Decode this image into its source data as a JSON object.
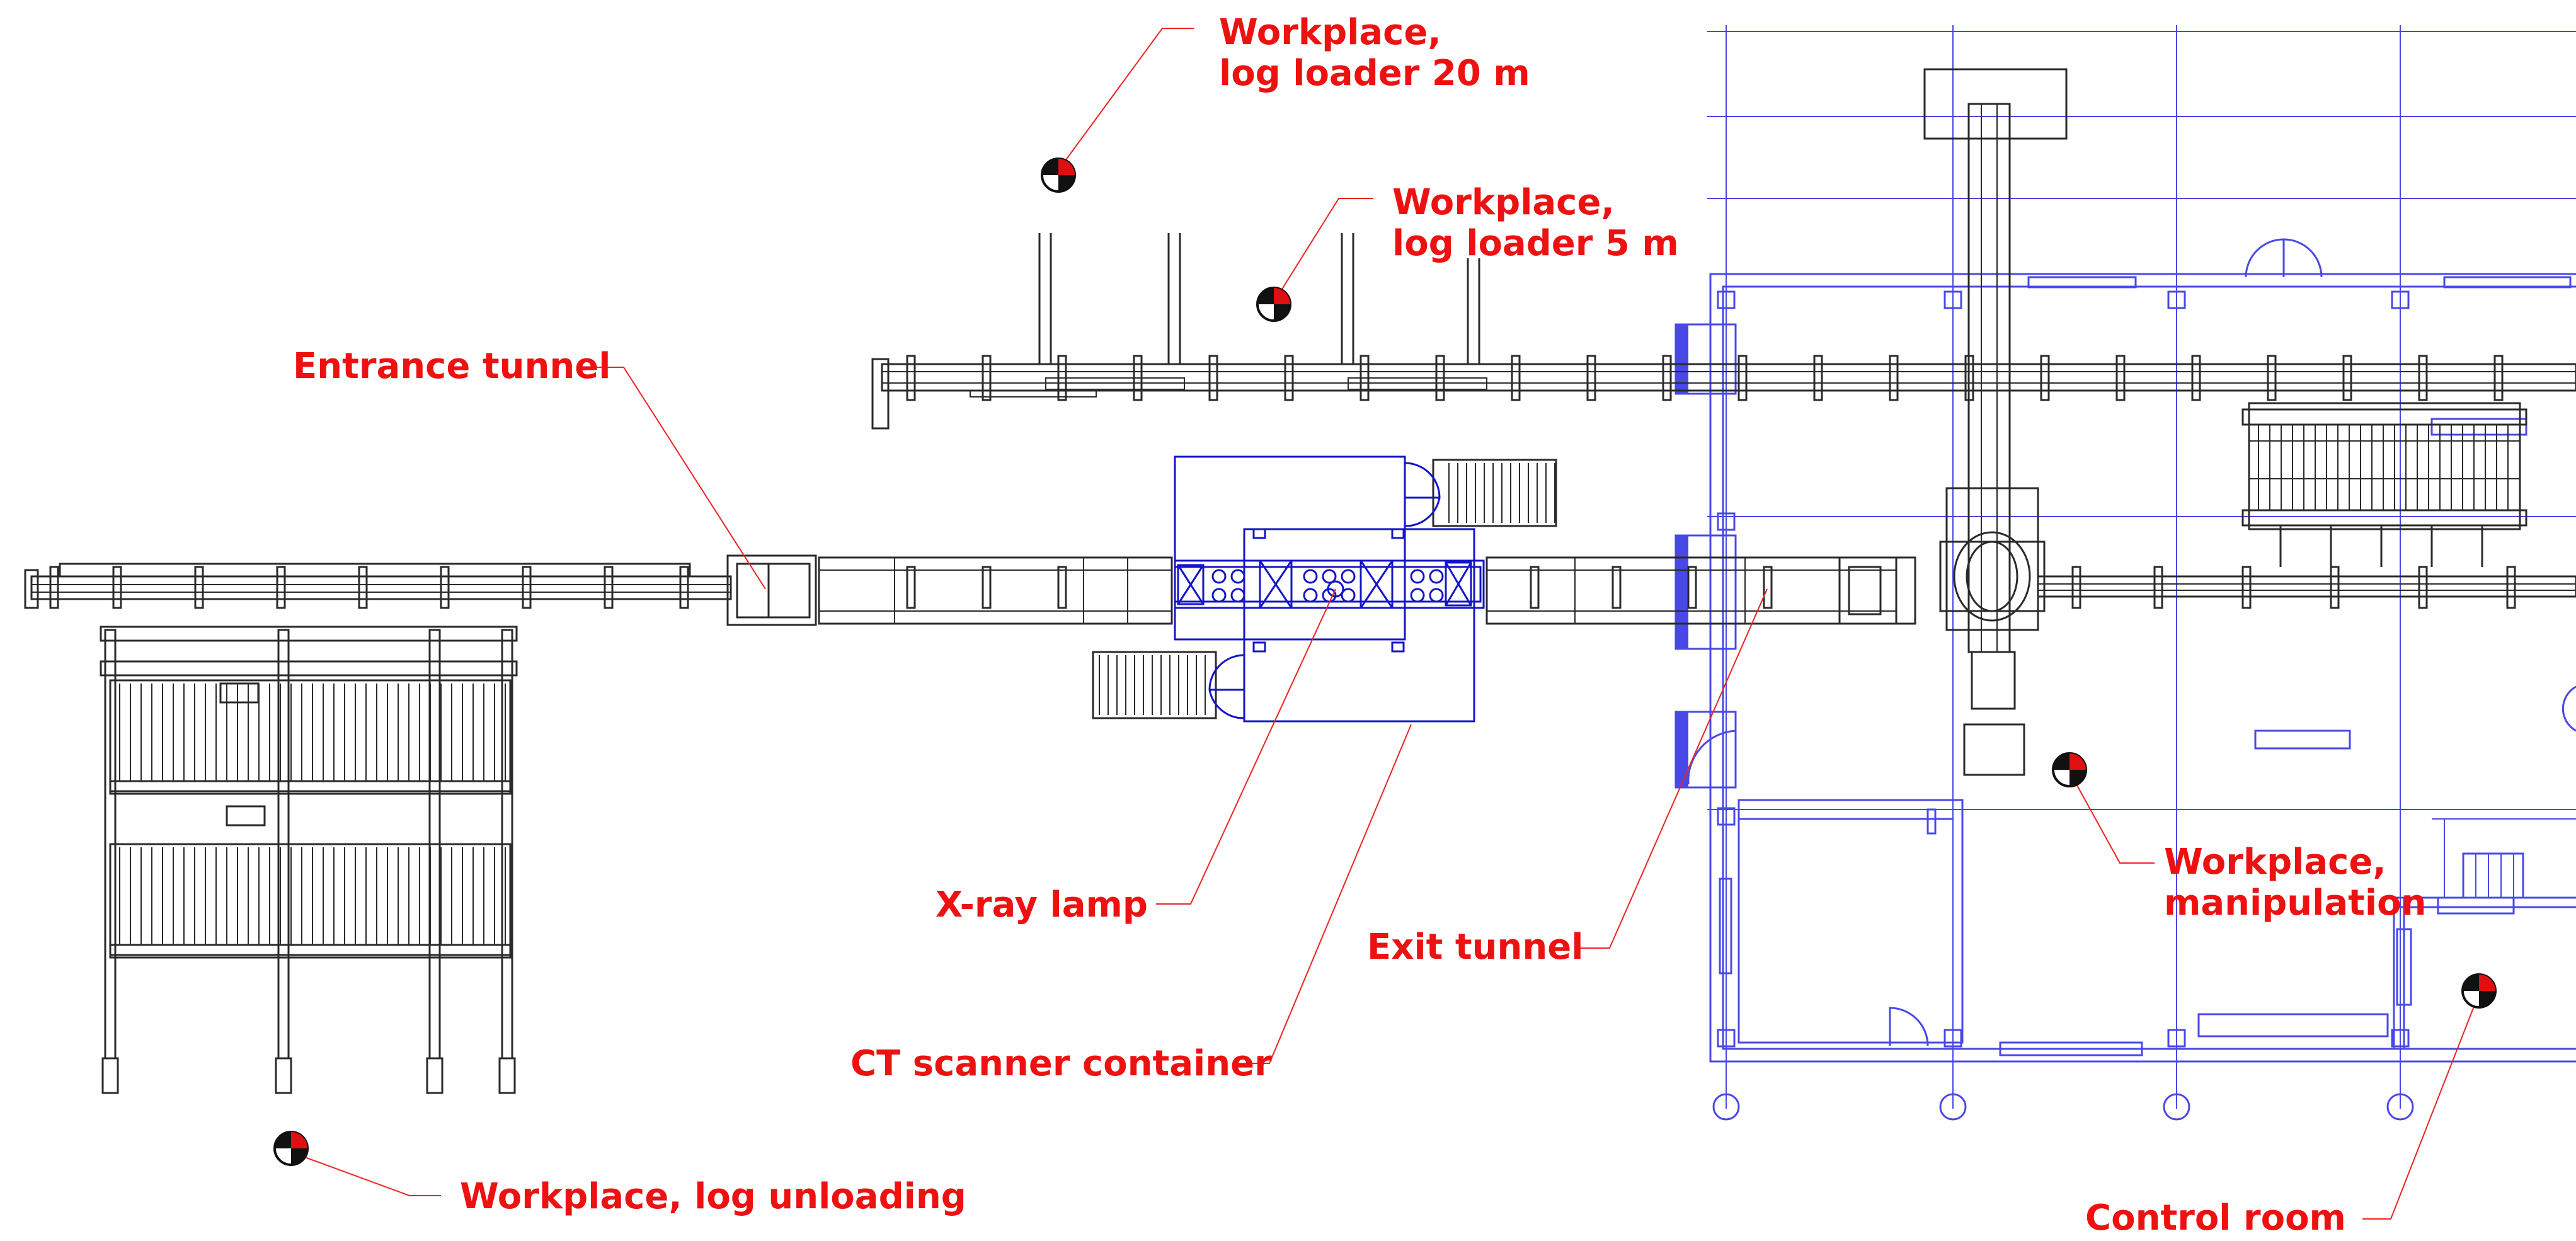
{
  "labels": {
    "workplace_loader_20": [
      "Workplace,",
      "log loader 20 m"
    ],
    "workplace_loader_5": [
      "Workplace,",
      "log loader 5 m"
    ],
    "entrance_tunnel": "Entrance tunnel",
    "xray_lamp": "X-ray lamp",
    "ct_container": "CT scanner container",
    "exit_tunnel": "Exit tunnel",
    "workplace_manipulation": [
      "Workplace,",
      "manipulation"
    ],
    "workplace_unloading": "Workplace, log unloading",
    "control_room": "Control room"
  },
  "colors": {
    "label": "#ee1111",
    "grid": "#4848e8",
    "scanner": "#1414c8",
    "machinery": "#2a2a2a",
    "marker_accent": "#e01010"
  },
  "icons": {
    "workplace_marker": "quartered-circle-icon"
  }
}
